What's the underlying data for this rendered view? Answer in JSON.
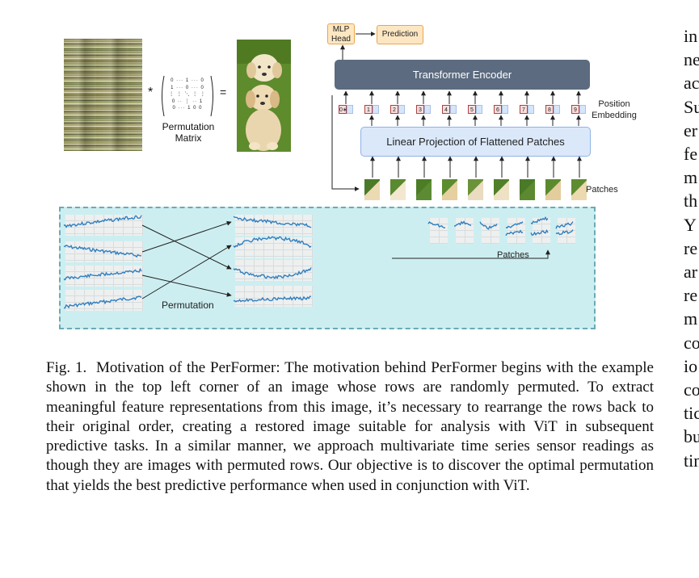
{
  "figure": {
    "permutation_matrix": {
      "rows": [
        "0 ··· 1 ··· 0",
        "1 ··· 0 ··· 0",
        "⋮  ⋮  ⋱  ⋮  ⋮",
        "0 ·· ⋮ ·· 1",
        "0 ··· 1 0 0"
      ],
      "label": "Permutation Matrix"
    },
    "times_sign": "*",
    "equals_sign": "=",
    "mlp_head": "MLP Head",
    "prediction": "Prediction",
    "transformer_encoder": "Transformer Encoder",
    "position_embeddings": [
      "0∗",
      "1",
      "2",
      "3",
      "4",
      "5",
      "6",
      "7",
      "8",
      "9"
    ],
    "position_embedding_label": "Position Embedding",
    "linear_projection": "Linear Projection of Flattened Patches",
    "patches_label_top": "Patches",
    "permutation_label": "Permutation",
    "patches_label_bottom": "Patches",
    "colors": {
      "encoder": "#5c6b7f",
      "linear_projection": "#dbe8fa",
      "mlp_box": "#fde7c2",
      "panel": "#cdeef0",
      "series": "#2f7fc0"
    }
  },
  "caption": {
    "label": "Fig. 1.",
    "text": "Motivation of the PerFormer: The motivation behind PerFormer begins with the example shown in the top left corner of an image whose rows are randomly permuted. To extract meaningful feature representations from this image, it’s necessary to rearrange the rows back to their original order, creating a restored image suitable for analysis with ViT in subsequent predictive tasks. In a similar manner, we approach multivariate time series sensor readings as though they are images with permuted rows. Our objective is to discover the optimal permutation that yields the best predictive performance when used in conjunction with ViT."
  },
  "right_column_fragments": [
    "in",
    "ne",
    "ac",
    "Su",
    "er",
    "fe",
    "m",
    "th",
    "Y",
    "re",
    "ar",
    "re",
    "m",
    "co",
    "io",
    "co",
    "tic",
    "bu",
    "tin"
  ]
}
